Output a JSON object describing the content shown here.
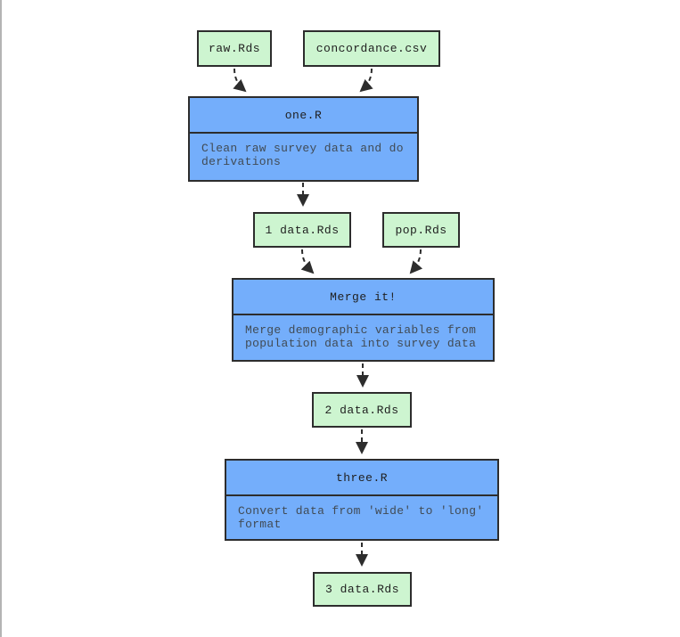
{
  "diagram": {
    "kind": "pipeline-flowchart",
    "data_nodes": [
      {
        "label": "raw.Rds"
      },
      {
        "label": "concordance.csv"
      },
      {
        "label": "1 data.Rds"
      },
      {
        "label": "pop.Rds"
      },
      {
        "label": "2 data.Rds"
      },
      {
        "label": "3 data.Rds"
      }
    ],
    "script_nodes": [
      {
        "title": "one.R",
        "description": "Clean raw survey data and do derivations"
      },
      {
        "title": "Merge it!",
        "description": "Merge demographic variables from population data into survey data"
      },
      {
        "title": "three.R",
        "description": "Convert data from 'wide' to 'long' format"
      }
    ],
    "edges": [
      {
        "from": "raw.Rds",
        "to": "one.R",
        "style": "dashed"
      },
      {
        "from": "concordance.csv",
        "to": "one.R",
        "style": "dashed"
      },
      {
        "from": "one.R",
        "to": "1 data.Rds",
        "style": "dashed"
      },
      {
        "from": "1 data.Rds",
        "to": "Merge it!",
        "style": "dashed"
      },
      {
        "from": "pop.Rds",
        "to": "Merge it!",
        "style": "dashed"
      },
      {
        "from": "Merge it!",
        "to": "2 data.Rds",
        "style": "dashed"
      },
      {
        "from": "2 data.Rds",
        "to": "three.R",
        "style": "dashed"
      },
      {
        "from": "three.R",
        "to": "3 data.Rds",
        "style": "dashed"
      }
    ],
    "colors": {
      "data_node_fill": "#cdf5d0",
      "script_node_fill": "#74aefb",
      "node_border": "#2d2d2d",
      "arrow": "#2d2d2d",
      "title_text": "#1f1f1f",
      "description_text": "#414b55",
      "page_edge_line": "#b4b4b4"
    }
  }
}
